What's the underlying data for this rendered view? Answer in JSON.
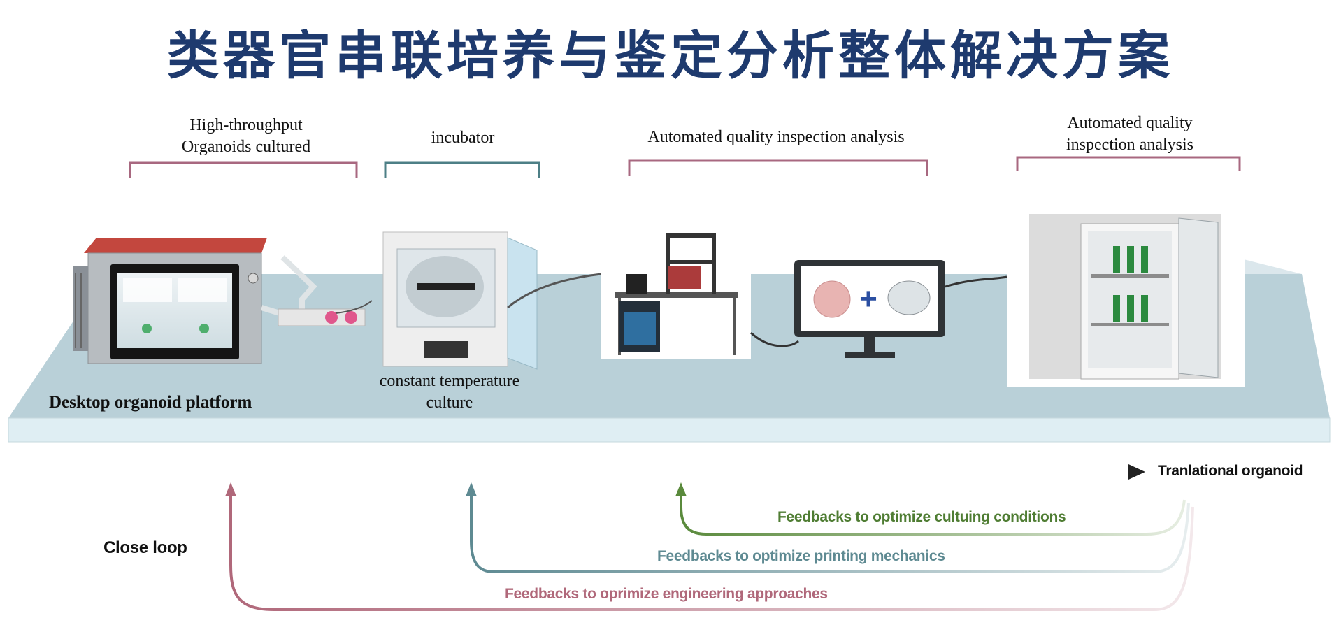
{
  "title": "类器官串联培养与鉴定分析整体解决方案",
  "stages": [
    {
      "header": [
        "High-throughput",
        "Organoids cultured"
      ],
      "caption": "Desktop organoid platform"
    },
    {
      "header": [
        "incubator"
      ],
      "caption": [
        "constant temperature",
        "culture"
      ]
    },
    {
      "header": [
        "Automated quality inspection analysis"
      ]
    },
    {
      "header": [
        "Automated quality",
        "inspection analysis"
      ]
    }
  ],
  "arrow": {
    "label": "Tranlational organoid"
  },
  "loop": {
    "label": "Close loop",
    "feedbacks": [
      {
        "label": "Feedbacks to optimize cultuing conditions",
        "color": "#5a8a3c"
      },
      {
        "label": "Feedbacks to optimize printing mechanics",
        "color": "#5e8a92"
      },
      {
        "label": "Feedbacks to oprimize engineering approaches",
        "color": "#b0687a"
      }
    ]
  },
  "colors": {
    "title": "#1e3a6e",
    "bracket_pink": "#a86880",
    "bracket_teal": "#4d7f86",
    "platform_top": "#b9d0d8",
    "platform_front": "#dfeef3"
  }
}
